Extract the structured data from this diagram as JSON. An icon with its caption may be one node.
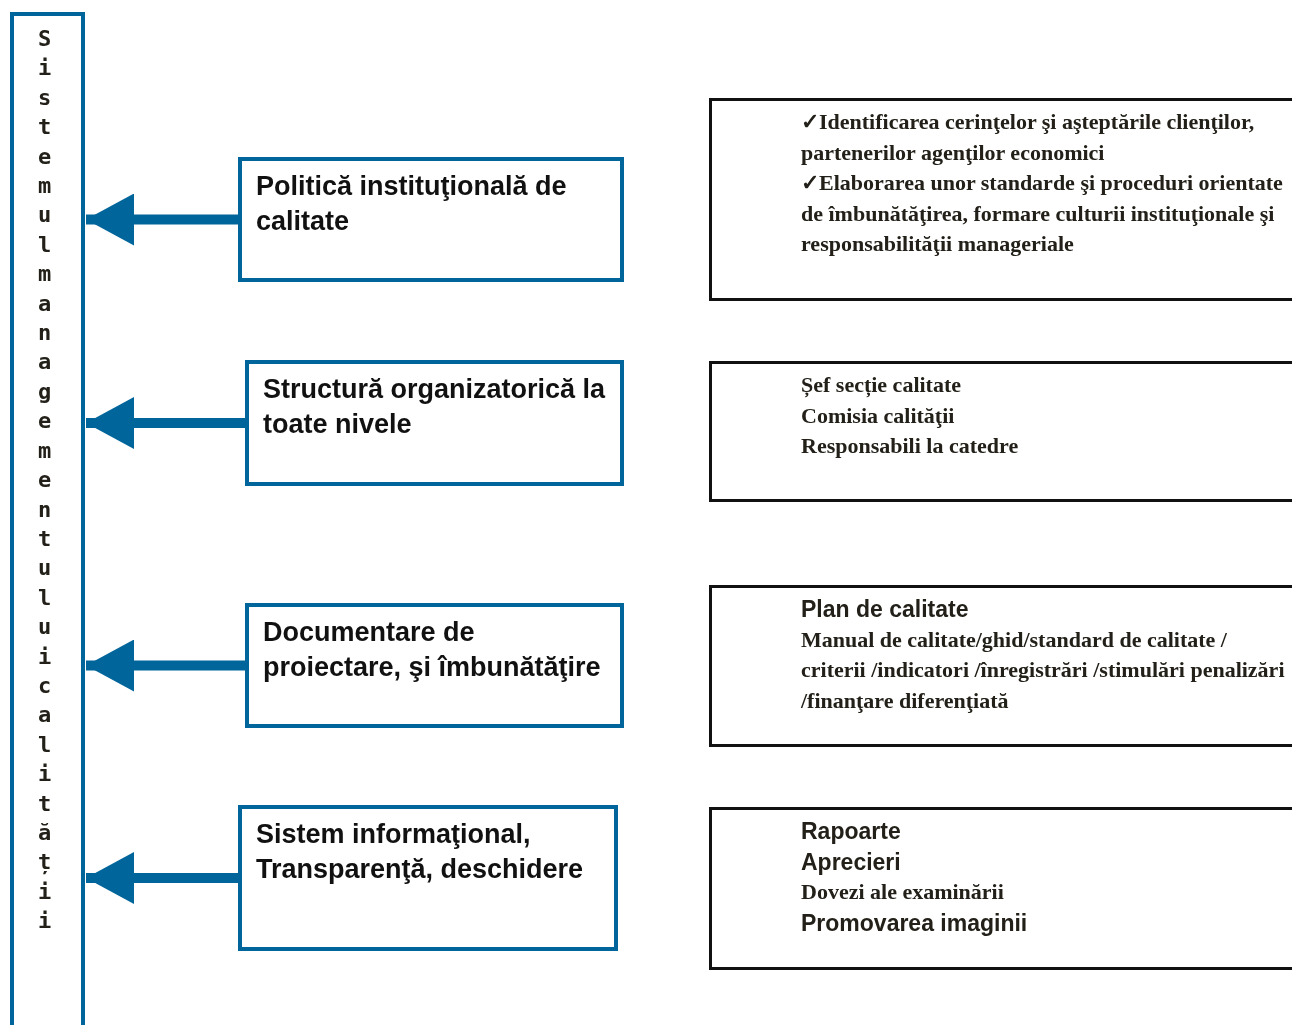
{
  "diagram": {
    "nodes": [
      {
        "text": [
          "Sistemul managementului calității"
        ]
      },
      {
        "text": [
          "Politică instituţională de calitate"
        ]
      },
      {
        "text": [
          "Structură organizatorică la toate nivele"
        ]
      },
      {
        "text": [
          "Documentare de proiectare, şi îmbunătăţire"
        ]
      },
      {
        "text": [
          "Sistem informaţional, Transparenţă, deschidere"
        ]
      },
      {
        "text": [
          "✓Identificarea cerinţelor şi aşteptările clienţilor, partenerilor agenţilor economici",
          "✓Elaborarea unor standarde şi proceduri orientate de îmbunătăţirea, formare culturii instituţionale şi responsabilităţii manageriale"
        ]
      },
      {
        "text": [
          "Șef secție calitate",
          "Comisia calităţii",
          "Responsabili la catedre"
        ]
      },
      {
        "text": [
          "Plan de calitate",
          "Manual de calitate/ghid/standard de calitate / criterii /indicatori /înregistrări /stimulări penalizări /finanţare diferenţiată"
        ]
      },
      {
        "text": [
          "Rapoarte",
          "Aprecieri",
          "Dovezi ale examinării",
          "Promovarea imaginii"
        ]
      }
    ],
    "edges": [
      {
        "from": 1,
        "to": 0,
        "arrow": "to"
      },
      {
        "from": 2,
        "to": 0,
        "arrow": "to"
      },
      {
        "from": 3,
        "to": 0,
        "arrow": "to"
      },
      {
        "from": 4,
        "to": 0,
        "arrow": "to"
      }
    ]
  }
}
